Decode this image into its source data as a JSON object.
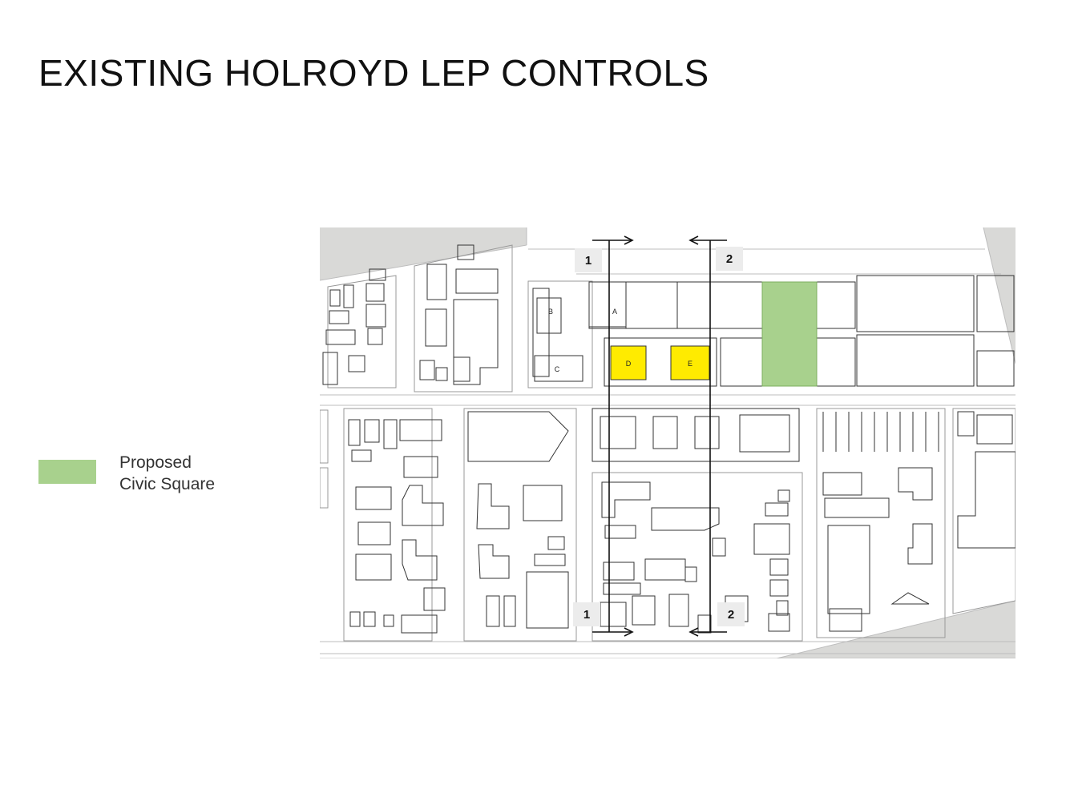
{
  "title": "EXISTING HOLROYD LEP CONTROLS",
  "legend": {
    "line1": "Proposed",
    "line2": "Civic Square",
    "color": "#a8d18d"
  },
  "map": {
    "site_labels": [
      "A",
      "B",
      "C",
      "D",
      "E"
    ],
    "highlight_color": "#ffeb00",
    "section_markers": {
      "one_top": "1",
      "two_top": "2",
      "one_bottom": "1",
      "two_bottom": "2"
    },
    "gray_area_color": "#d9d9d7"
  }
}
